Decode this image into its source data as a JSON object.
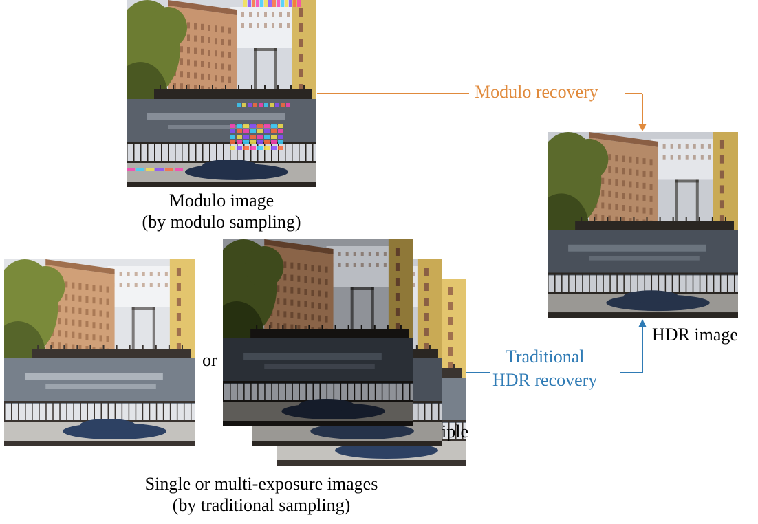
{
  "captions": {
    "modulo_image_line1": "Modulo image",
    "modulo_image_line2": "(by modulo sampling)",
    "traditional_line1": "Single or multi-exposure images",
    "traditional_line2": "(by traditional sampling)",
    "or": "or",
    "hdr_image": "HDR image",
    "occluded_fragment": "iple"
  },
  "arrows": {
    "modulo_recovery": "Modulo recovery",
    "traditional_line1": "Traditional",
    "traditional_line2": "HDR recovery"
  },
  "colors": {
    "modulo_arrow": "#e08a3c",
    "traditional_arrow": "#2f7bb5"
  },
  "photos": [
    {
      "id": "modulo",
      "variant": "modulo",
      "label": "modulo-image"
    },
    {
      "id": "hdr",
      "variant": "normal",
      "label": "hdr-image"
    },
    {
      "id": "single",
      "variant": "bright",
      "label": "single-exposure-image"
    },
    {
      "id": "stack-back3",
      "variant": "bright",
      "label": "exposure-3"
    },
    {
      "id": "stack-back2",
      "variant": "normal",
      "label": "exposure-2"
    },
    {
      "id": "stack-front",
      "variant": "dark",
      "label": "exposure-1"
    }
  ]
}
